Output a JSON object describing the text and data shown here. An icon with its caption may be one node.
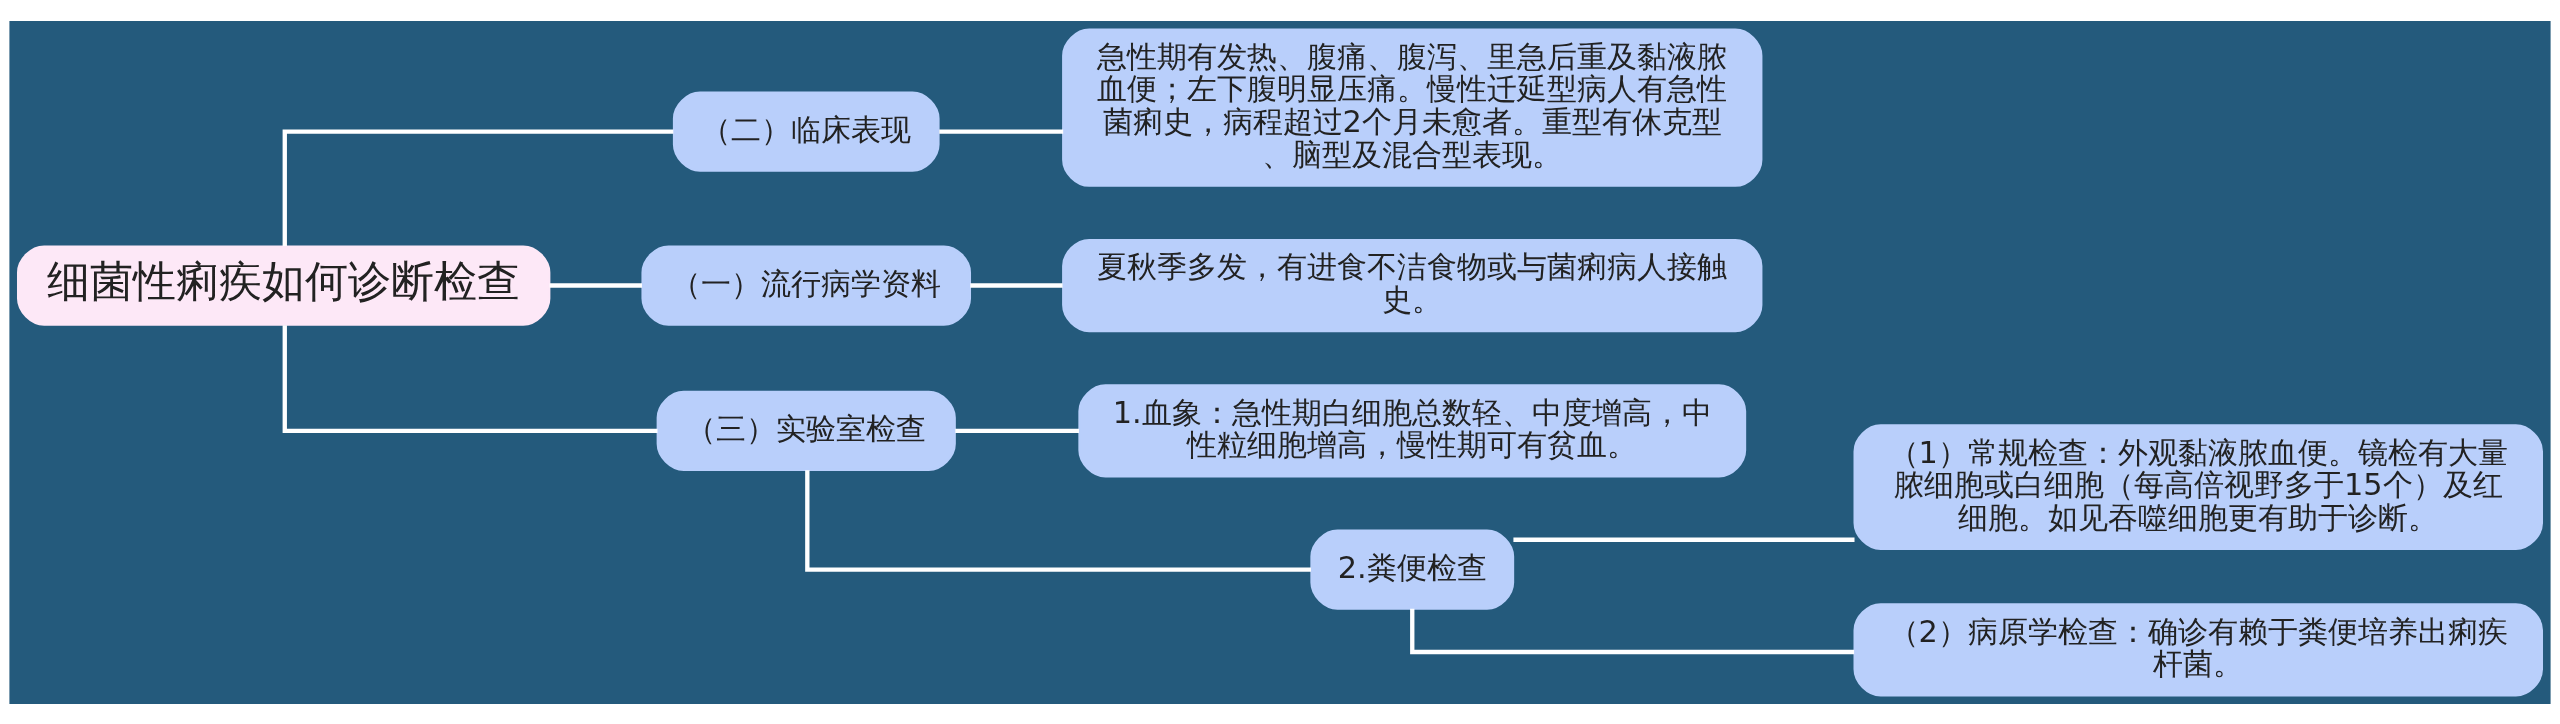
{
  "diagram": {
    "nodes": [
      {
        "text": [
          "细菌性痢疾如何诊断检查"
        ]
      },
      {
        "text": [
          "（二）临床表现"
        ]
      },
      {
        "text": [
          "急性期有发热、腹痛、腹泻、里急后重及黏液脓血便；左下腹明显压痛。慢性迁延型病人有急性菌痢史，病程超过2个月未愈者。重型有休克型、脑型及混合型表现。"
        ]
      },
      {
        "text": [
          "（一）流行病学资料"
        ]
      },
      {
        "text": [
          "夏秋季多发，有进食不洁食物或与菌痢病人接触史。"
        ]
      },
      {
        "text": [
          "（三）实验室检查"
        ]
      },
      {
        "text": [
          "1.血象：急性期白细胞总数轻、中度增高，中性粒细胞增高，慢性期可有贫血。"
        ]
      },
      {
        "text": [
          "2.粪便检查"
        ]
      },
      {
        "text": [
          "（1）常规检查：外观黏液脓血便。镜检有大量脓细胞或白细胞（每高倍视野多于15个）及红细胞。如见吞噬细胞更有助于诊断。"
        ]
      },
      {
        "text": [
          "（2）病原学检查：确诊有赖于粪便培养出痢疾杆菌。"
        ]
      }
    ],
    "edges": [
      {
        "from": 0,
        "to": 1,
        "arrow": "none"
      },
      {
        "from": 1,
        "to": 2,
        "arrow": "none"
      },
      {
        "from": 0,
        "to": 3,
        "arrow": "none"
      },
      {
        "from": 3,
        "to": 4,
        "arrow": "none"
      },
      {
        "from": 0,
        "to": 5,
        "arrow": "none"
      },
      {
        "from": 5,
        "to": 6,
        "arrow": "none"
      },
      {
        "from": 5,
        "to": 7,
        "arrow": "none"
      },
      {
        "from": 7,
        "to": 8,
        "arrow": "none"
      },
      {
        "from": 7,
        "to": 9,
        "arrow": "none"
      }
    ]
  }
}
